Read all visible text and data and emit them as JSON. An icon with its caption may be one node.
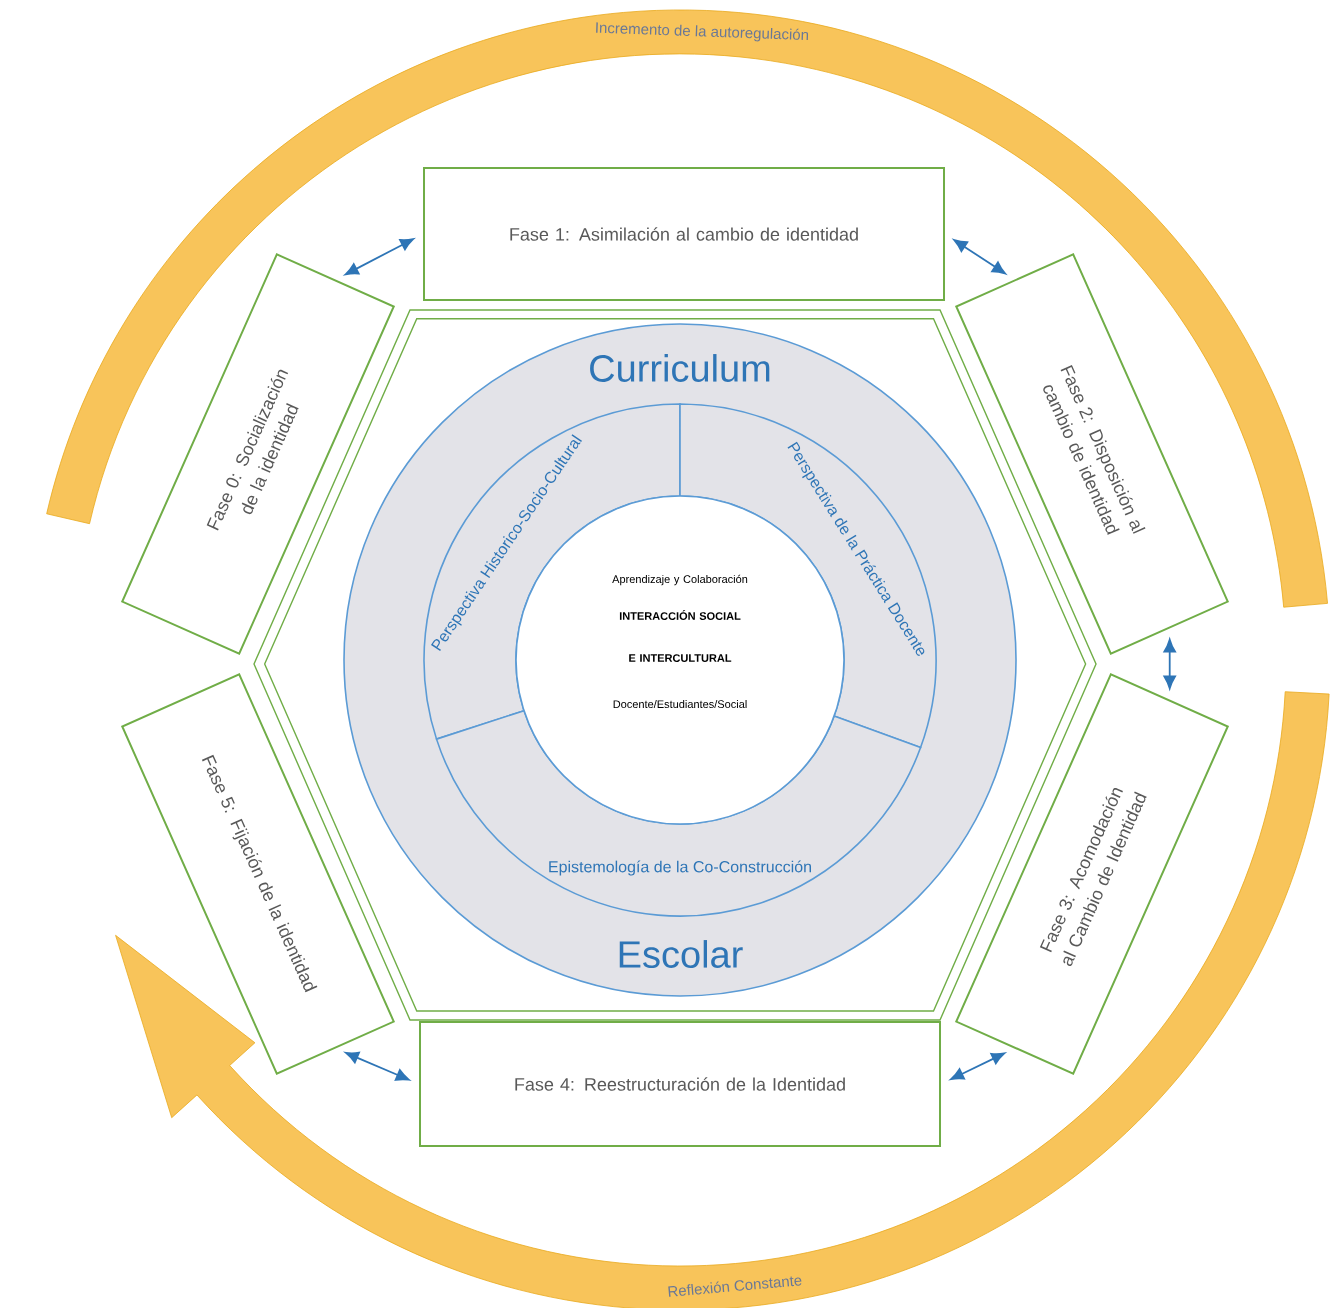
{
  "diagram": {
    "nodes": [
      {
        "text": [
          "Fase 0:  Socialización de la identidad"
        ]
      },
      {
        "text": [
          "Fase 1: Asimilación al cambio de identidad"
        ]
      },
      {
        "text": [
          "Fase 2: Disposición al cambio de identidad"
        ]
      },
      {
        "text": [
          "Fase 3: Acomodación al Cambio de Identidad"
        ]
      },
      {
        "text": [
          "Fase 4: Reestructuración de la Identidad"
        ]
      },
      {
        "text": [
          "Fase 5: Fijación de la identidad"
        ]
      },
      {
        "text": [
          "Curriculum",
          "Escolar"
        ]
      },
      {
        "text": [
          "Perspectiva Historico-Socio-Cultural"
        ],
        "in": 6
      },
      {
        "text": [
          "Perspectiva de la Práctica Docente"
        ],
        "in": 6
      },
      {
        "text": [
          "Epistemología de la Co-Construcción"
        ],
        "in": 6
      },
      {
        "text": [
          "Aprendizaje y Colaboración",
          "INTERACCIÓN SOCIAL E INTERCULTURAL",
          "Docente/Estudiantes/Social"
        ],
        "in": 6
      }
    ],
    "edges": [
      {
        "from": 0,
        "to": 1,
        "arrow": "both"
      },
      {
        "from": 1,
        "to": 2,
        "arrow": "both"
      },
      {
        "from": 2,
        "to": 3,
        "arrow": "both"
      },
      {
        "from": 3,
        "to": 4,
        "arrow": "both"
      },
      {
        "from": 4,
        "to": 5,
        "arrow": "both"
      }
    ],
    "labels": [
      "Incremento de la autoregulación",
      "Reflexión Constante"
    ]
  }
}
